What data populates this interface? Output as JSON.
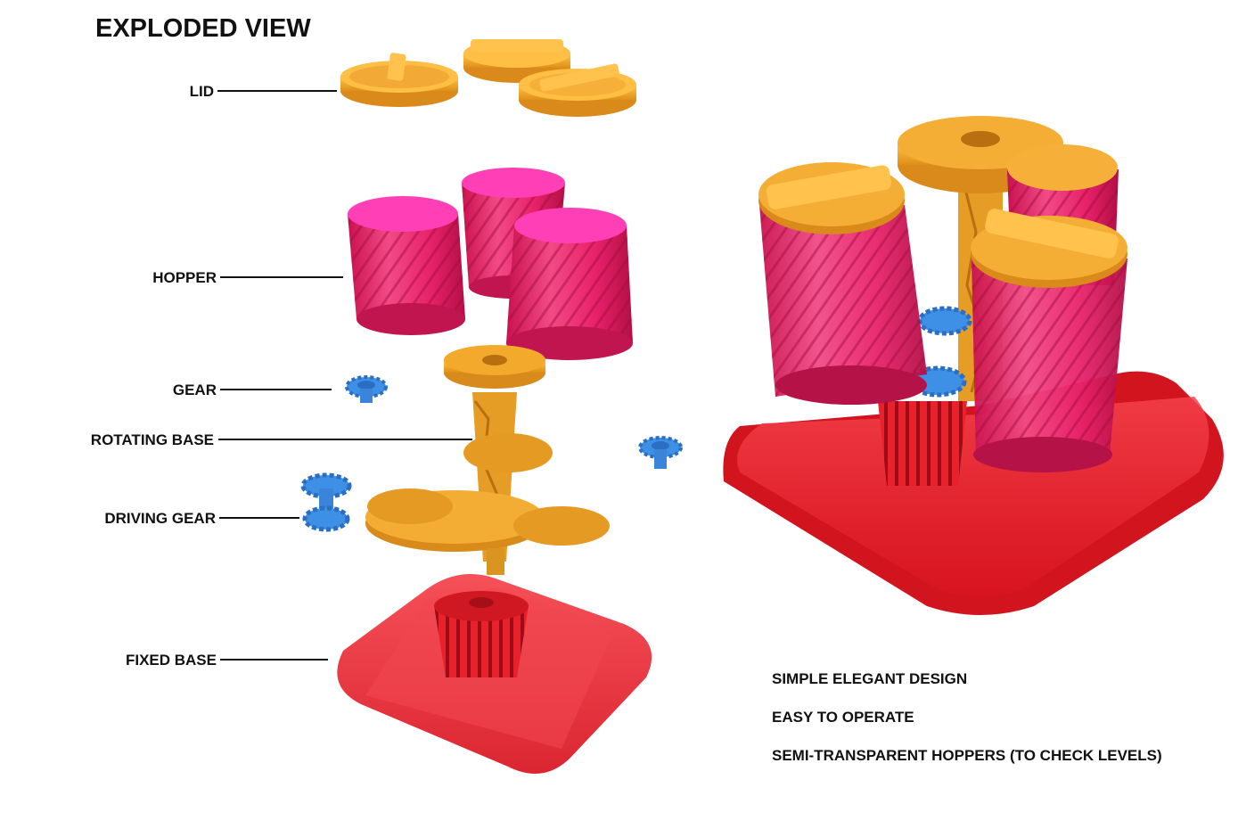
{
  "title": "EXPLODED VIEW",
  "parts": {
    "lid": "LID",
    "hopper": "HOPPER",
    "gear": "GEAR",
    "rotating_base": "ROTATING BASE",
    "driving_gear": "DRIVING GEAR",
    "fixed_base": "FIXED BASE"
  },
  "features": [
    "SIMPLE ELEGANT DESIGN",
    "EASY TO OPERATE",
    "SEMI-TRANSPARENT HOPPERS (TO CHECK LEVELS)"
  ],
  "colors": {
    "lid": "#f2a92c",
    "hopper": "#ee2a6a",
    "gear": "#3e8fe6",
    "base": "#ea2230"
  }
}
